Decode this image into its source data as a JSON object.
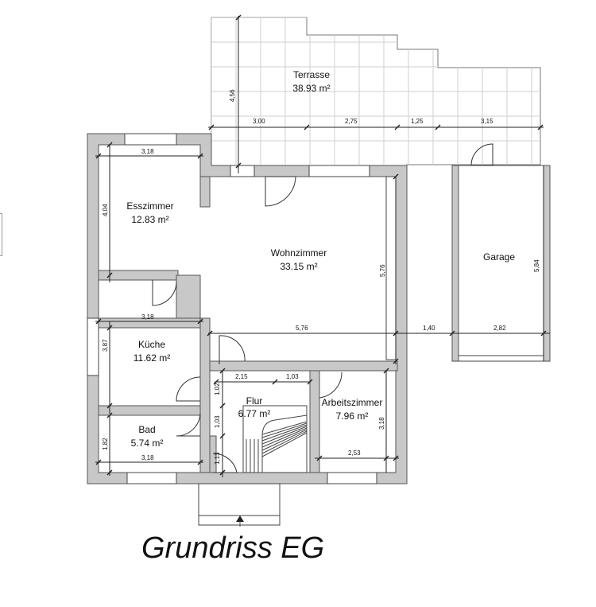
{
  "title": "Grundriss EG",
  "rooms": {
    "terrasse": {
      "name": "Terrasse",
      "area": "38.93 m²"
    },
    "esszimmer": {
      "name": "Esszimmer",
      "area": "12.83 m²"
    },
    "wohnzimmer": {
      "name": "Wohnzimmer",
      "area": "33.15 m²"
    },
    "garage": {
      "name": "Garage"
    },
    "kueche": {
      "name": "Küche",
      "area": "11.62 m²"
    },
    "flur": {
      "name": "Flur",
      "area": "6.77 m²"
    },
    "arbeitszimmer": {
      "name": "Arbeitszimmer",
      "area": "7.96 m²"
    },
    "bad": {
      "name": "Bad",
      "area": "5.74 m²"
    }
  },
  "dimensions": {
    "terrasse_height": "4,56",
    "terrasse_seg1": "3,00",
    "terrasse_seg2": "2,75",
    "terrasse_seg3": "1,25",
    "terrasse_seg4": "3,15",
    "esszimmer_width": "3,18",
    "esszimmer_height": "4,04",
    "wohnzimmer_height": "5,76",
    "wohnzimmer_width": "5,76",
    "garage_height": "5,84",
    "garage_gap": "1,40",
    "garage_width": "2,82",
    "kueche_width": "3,18",
    "kueche_height": "3,87",
    "flur_width_a": "2,15",
    "flur_width_b": "1,03",
    "flur_h1": "1,02",
    "flur_h2": "1,03",
    "flur_h3": "1,13",
    "arbeitszimmer_height": "3,18",
    "arbeitszimmer_width": "2,53",
    "bad_height": "1,82",
    "bad_width": "3,18"
  }
}
